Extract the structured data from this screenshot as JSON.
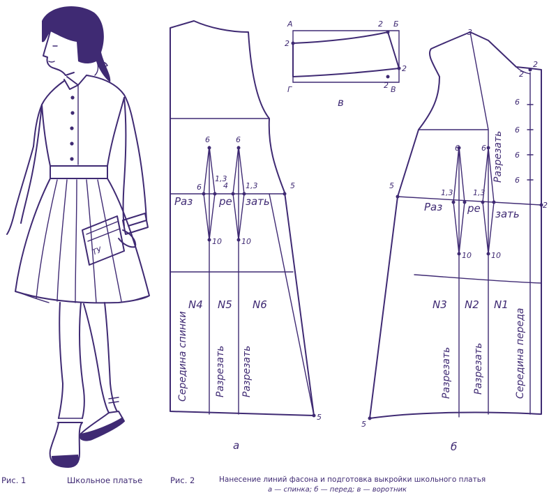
{
  "captions": {
    "fig1_num": "Рис. 1",
    "fig1_title": "Школьное платье",
    "fig2_num": "Рис. 2",
    "fig2_title": "Нанесение линий фасона и подготовка выкройки школьного платья",
    "fig2_legend": "а — спинка; б — перед; в — воротник"
  },
  "book_text": "ТУ",
  "back": {
    "panel_letter": "а",
    "panels": [
      "N4",
      "N5",
      "N6"
    ],
    "cut_label_parts": [
      "Раз",
      "ре",
      "зать"
    ],
    "vertical_labels": [
      "Середина спинки",
      "Разрезать",
      "Разрезать"
    ],
    "points": [
      "6",
      "6",
      "6",
      "1,3",
      "4",
      "1,3",
      "5",
      "10",
      "10",
      "5"
    ]
  },
  "front": {
    "panel_letter": "б",
    "panels": [
      "N3",
      "N2",
      "N1"
    ],
    "cut_label_parts": [
      "Раз",
      "ре",
      "зать"
    ],
    "vertical_labels": [
      "Разрезать",
      "Разрезать",
      "Середина переда",
      "Разрезать"
    ],
    "points": [
      "3",
      "2",
      "2",
      "6",
      "6",
      "1,3",
      "1,3",
      "5",
      "2",
      "10",
      "10",
      "5"
    ],
    "ruler_marks": [
      "6",
      "6",
      "6",
      "6"
    ]
  },
  "collar": {
    "panel_letter": "в",
    "points": [
      "А",
      "Б",
      "Г",
      "В",
      "2",
      "2",
      "2",
      "2"
    ]
  }
}
